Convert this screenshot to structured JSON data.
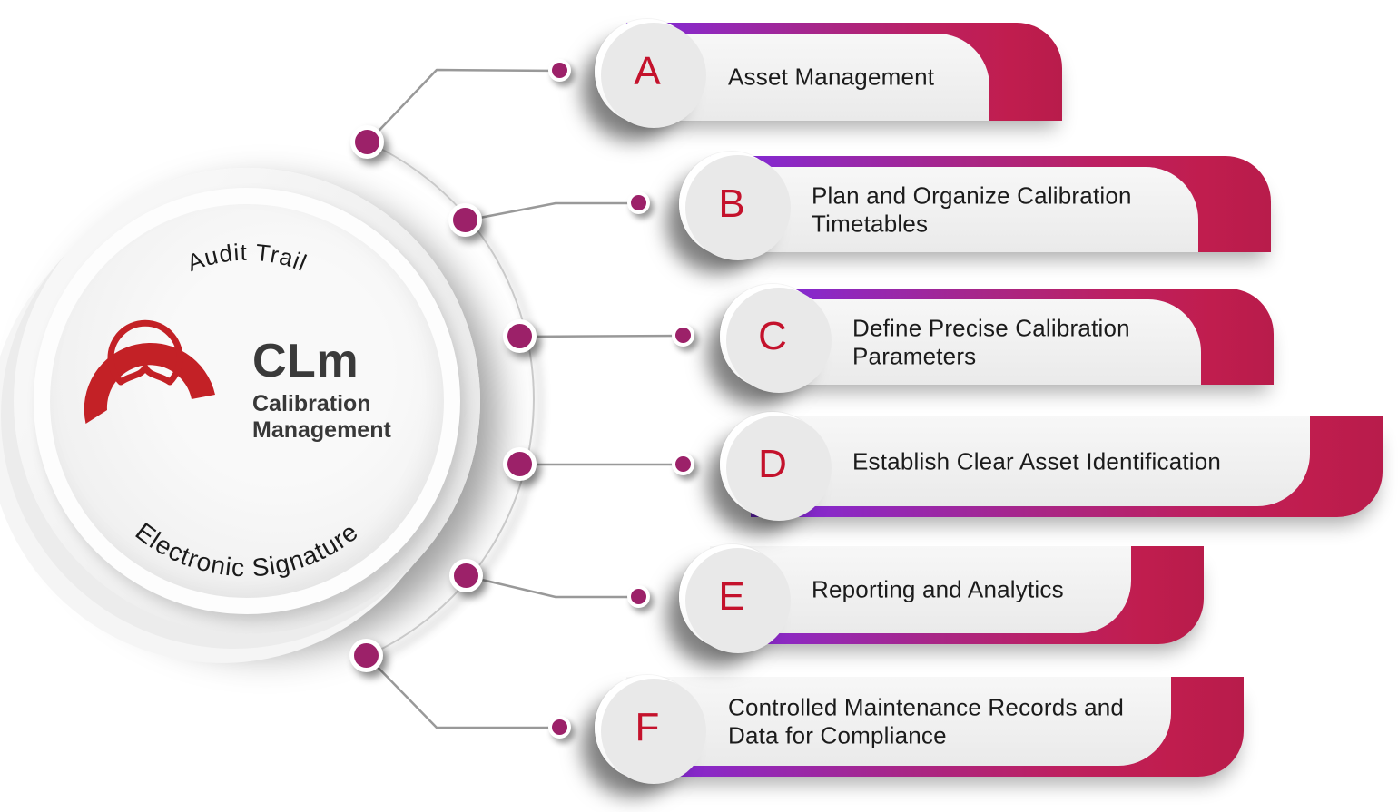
{
  "hub": {
    "top_label": "Audit Trail",
    "bottom_label": "Electronic Signature",
    "acronym": "CLm",
    "subtitle_line1": "Calibration",
    "subtitle_line2": "Management",
    "icon": "calibration-gauge-icon"
  },
  "items": [
    {
      "letter": "A",
      "label": "Asset Management"
    },
    {
      "letter": "B",
      "label": "Plan and Organize Calibration Timetables"
    },
    {
      "letter": "C",
      "label": "Define Precise Calibration Parameters"
    },
    {
      "letter": "D",
      "label": "Establish Clear Asset Identification"
    },
    {
      "letter": "E",
      "label": "Reporting and Analytics"
    },
    {
      "letter": "F",
      "label": "Controlled Maintenance Records and Data for Compliance"
    }
  ],
  "colors": {
    "letter_red": "#c4122c",
    "gauge_red": "#c32126",
    "dot_magenta": "#9c2169",
    "gradient_purple": "#7b2ae0",
    "gradient_magenta": "#a82687",
    "gradient_crimson": "#c01d4e",
    "panel_gray": "#f0f0f0"
  }
}
